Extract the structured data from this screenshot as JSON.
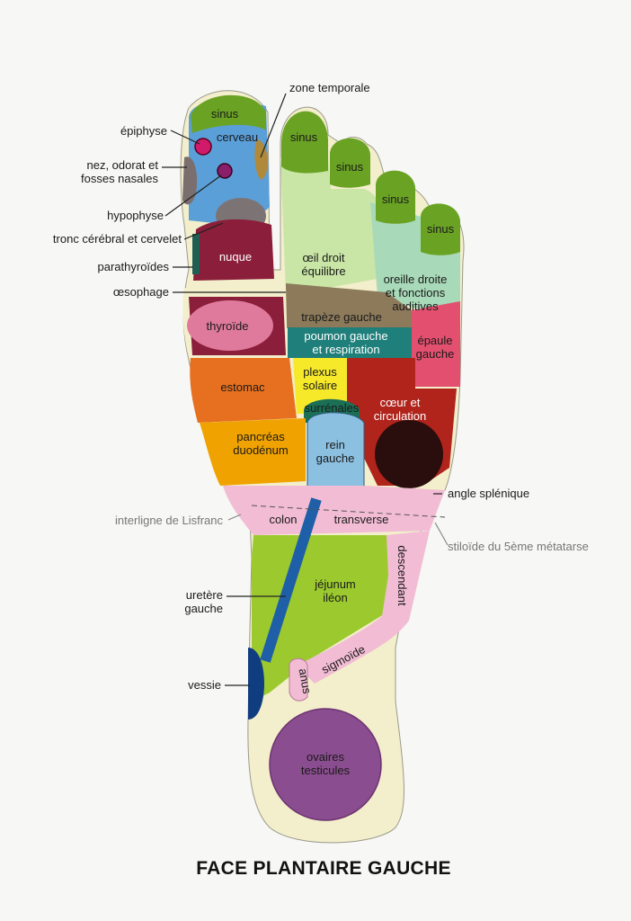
{
  "title": "FACE PLANTAIRE GAUCHE",
  "zones": {
    "sinus": "sinus",
    "cerveau": "cerveau",
    "nuque": "nuque",
    "thyroide": "thyroïde",
    "oeil_l1": "œil droit",
    "oeil_l2": "équilibre",
    "oreille_l1": "oreille droite",
    "oreille_l2": "et fonctions",
    "oreille_l3": "auditives",
    "trapeze": "trapèze gauche",
    "poumon_l1": "poumon gauche",
    "poumon_l2": "et respiration",
    "epaule_l1": "épaule",
    "epaule_l2": "gauche",
    "estomac": "estomac",
    "plexus_l1": "plexus",
    "plexus_l2": "solaire",
    "surrenales": "surrénales",
    "coeur_l1": "cœur et",
    "coeur_l2": "circulation",
    "pancreas_l1": "pancréas",
    "pancreas_l2": "duodénum",
    "rein_l1": "rein",
    "rein_l2": "gauche",
    "colon": "colon",
    "transverse": "transverse",
    "descendant": "descendant",
    "jejunum_l1": "jéjunum",
    "jejunum_l2": "iléon",
    "sigmoide": "sigmoïde",
    "anus": "anus",
    "ovaires_l1": "ovaires",
    "ovaires_l2": "testicules"
  },
  "callouts": {
    "zone_temporale": "zone temporale",
    "epiphyse": "épiphyse",
    "nez_l1": "nez, odorat et",
    "nez_l2": "fosses nasales",
    "hypophyse": "hypophyse",
    "tronc": "tronc cérébral et cervelet",
    "parathyroides": "parathyroïdes",
    "oesophage": "œsophage",
    "angle_splenique": "angle splénique",
    "interligne": "interligne de Lisfranc",
    "stiloide": "stiloïde du 5ème métatarse",
    "uretere_l1": "uretère",
    "uretere_l2": "gauche",
    "vessie": "vessie"
  },
  "colors": {
    "green": "#6aa324",
    "light_green": "#c9e6a6",
    "mint": "#a8d9b8",
    "blue": "#5b9fd8",
    "maroon": "#8a1e3b",
    "pink": "#e07a9c",
    "brown": "#8c7a5a",
    "teal": "#1f7f7a",
    "rose": "#e3506f",
    "orange": "#e6701f",
    "yellow": "#f6e92a",
    "dark_red": "#b0241c",
    "gold": "#f0a300",
    "light_blue": "#8cc0e0",
    "light_pink": "#f2bcd4",
    "lime": "#9cca2e",
    "purple": "#8a4d8f",
    "cream": "#f3eecb",
    "dark_blue": "#0f3d80"
  }
}
